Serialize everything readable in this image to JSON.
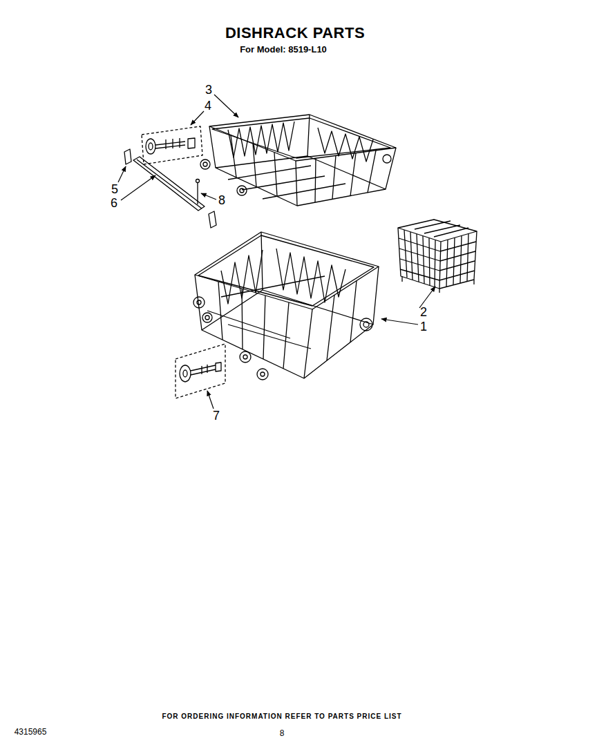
{
  "diagram": {
    "title": "DISHRACK PARTS",
    "labels": [
      "For Model: 8519-L10",
      "3",
      "4",
      "5",
      "6",
      "8",
      "2",
      "1",
      "7",
      "FOR ORDERING INFORMATION REFER TO PARTS PRICE LIST",
      "4315965",
      "8"
    ]
  }
}
